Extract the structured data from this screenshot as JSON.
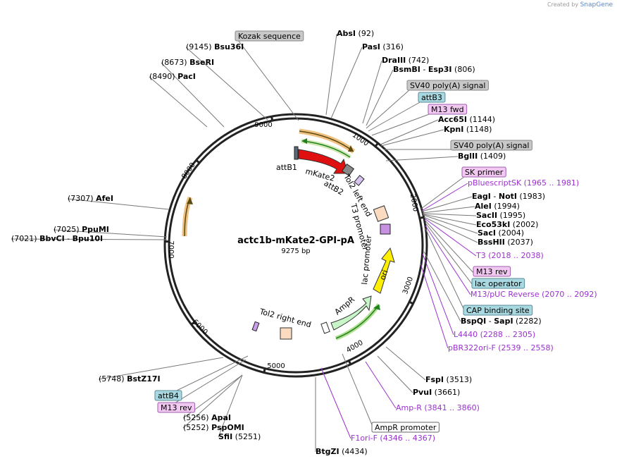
{
  "credit": {
    "created_by": "Created by",
    "brand": "SnapGene"
  },
  "plasmid": {
    "name": "actc1b-mKate2-GPI-pA",
    "length_label": "9275 bp",
    "total_bp": 9275
  },
  "ticks": [
    "1000",
    "2000",
    "3000",
    "4000",
    "5000",
    "6000",
    "7000",
    "8000",
    "9000"
  ],
  "colors": {
    "enzyme": "#000000",
    "primer": "#9b30d0",
    "primer_box": "#f0c8f0",
    "misc_box": "#c8c8c8",
    "blue_box": "#a8d8e0",
    "backbone": "#222222"
  },
  "labels": [
    {
      "id": "kozak",
      "text": "Kozak sequence",
      "box": "grey"
    },
    {
      "id": "absi",
      "name": "AbsI",
      "pos": "(92)"
    },
    {
      "id": "pasi",
      "name": "PasI",
      "pos": "(316)"
    },
    {
      "id": "draiii",
      "name": "DraIII",
      "pos": "(742)"
    },
    {
      "id": "bsmbi",
      "name": "BsmBI",
      "name2": "Esp3I",
      "pos": "(806)"
    },
    {
      "id": "sv40a",
      "text": "SV40 poly(A) signal",
      "box": "grey"
    },
    {
      "id": "attb3",
      "text": "attB3",
      "box": "blue"
    },
    {
      "id": "m13fwd",
      "text": "M13 fwd",
      "box": "pink"
    },
    {
      "id": "acc65i",
      "name": "Acc65I",
      "pos": "(1144)"
    },
    {
      "id": "kpni",
      "name": "KpnI",
      "pos": "(1148)"
    },
    {
      "id": "sv40b",
      "text": "SV40 poly(A) signal",
      "box": "grey"
    },
    {
      "id": "bglii",
      "name": "BglII",
      "pos": "(1409)"
    },
    {
      "id": "skprimer",
      "text": "SK primer",
      "box": "pink"
    },
    {
      "id": "pbluescript",
      "primer": "pBluescriptSK",
      "range": "(1965 .. 1981)"
    },
    {
      "id": "eagi",
      "name": "EagI",
      "name2": "NotI",
      "pos": "(1983)"
    },
    {
      "id": "alei",
      "name": "AleI",
      "pos": "(1994)"
    },
    {
      "id": "sacii",
      "name": "SacII",
      "pos": "(1995)"
    },
    {
      "id": "eco53ki",
      "name": "Eco53kI",
      "pos": "(2002)"
    },
    {
      "id": "saci",
      "name": "SacI",
      "pos": "(2004)"
    },
    {
      "id": "bsshii",
      "name": "BssHII",
      "pos": "(2037)"
    },
    {
      "id": "t3",
      "primer": "T3",
      "range": "(2018 .. 2038)"
    },
    {
      "id": "m13rev1",
      "text": "M13 rev",
      "box": "pink"
    },
    {
      "id": "lacop",
      "text": "lac operator",
      "box": "blue"
    },
    {
      "id": "m13puc",
      "primer": "M13/pUC Reverse",
      "range": "(2070 .. 2092)"
    },
    {
      "id": "cap",
      "text": "CAP binding site",
      "box": "blue"
    },
    {
      "id": "bspqi",
      "name": "BspQI",
      "name2": "SapI",
      "pos": "(2282)"
    },
    {
      "id": "l4440",
      "primer": "L4440",
      "range": "(2288 .. 2305)"
    },
    {
      "id": "pbr322",
      "primer": "pBR322ori-F",
      "range": "(2539 .. 2558)"
    },
    {
      "id": "fspi",
      "name": "FspI",
      "pos": "(3513)"
    },
    {
      "id": "pvui",
      "name": "PvuI",
      "pos": "(3661)"
    },
    {
      "id": "ampr_p",
      "primer": "Amp-R",
      "range": "(3841 .. 3860)"
    },
    {
      "id": "amprprom",
      "text": "AmpR promoter",
      "box": "white"
    },
    {
      "id": "f1ori",
      "primer": "F1ori-F",
      "range": "(4346 .. 4367)"
    },
    {
      "id": "btgzi",
      "name": "BtgZI",
      "pos": "(4434)"
    },
    {
      "id": "sfii",
      "name": "SfiI",
      "pos": "(5251)"
    },
    {
      "id": "pspomi",
      "name": "PspOMI",
      "pos": "(5252)"
    },
    {
      "id": "apai",
      "name": "ApaI",
      "pos": "(5256)"
    },
    {
      "id": "m13rev2",
      "text": "M13 rev",
      "box": "pink"
    },
    {
      "id": "attb4",
      "text": "attB4",
      "box": "blue"
    },
    {
      "id": "bstz17i",
      "name": "BstZ17I",
      "pos": "(5748)"
    },
    {
      "id": "bbvci",
      "name": "BbvCI",
      "name2": "Bpu10I",
      "pos": "(7021)"
    },
    {
      "id": "ppumi",
      "name": "PpuMI",
      "pos": "(7025)"
    },
    {
      "id": "afei",
      "name": "AfeI",
      "pos": "(7307)"
    },
    {
      "id": "paci",
      "name": "PacI",
      "pos": "(8490)"
    },
    {
      "id": "bseri",
      "name": "BseRI",
      "pos": "(8673)"
    },
    {
      "id": "bsu36i",
      "name": "Bsu36I",
      "pos": "(9145)"
    }
  ],
  "features": {
    "attb1": "attB1",
    "mkate2": "mKate2",
    "attb2": "attB2",
    "tol2left": "Tol2 left end",
    "t3prom": "T3 promoter",
    "lacprom": "lac promoter",
    "ori": "ori",
    "ampr": "AmpR",
    "tol2right": "Tol2 right end"
  }
}
